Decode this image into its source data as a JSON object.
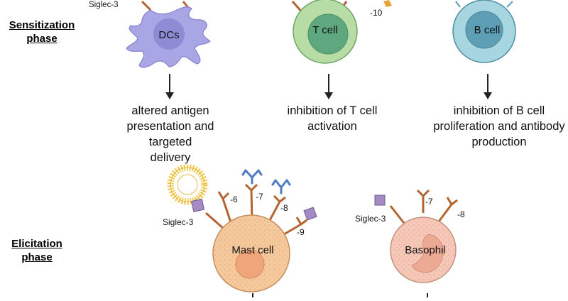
{
  "phases": {
    "sensitization": "Sensitization phase",
    "elicitation": "Elicitation phase"
  },
  "cells": {
    "dc": "DCs",
    "t_cell": "T cell",
    "b_cell": "B cell",
    "mast_cell": "Mast cell",
    "basophil": "Basophil"
  },
  "receptor_labels": {
    "dc_siglec3": "Siglec-3",
    "t_minus10": "-10",
    "mast_siglec3": "Siglec-3",
    "mast_minus6": "-6",
    "mast_minus7": "-7",
    "mast_minus8": "-8",
    "mast_minus9": "-9",
    "baso_siglec3": "Siglec-3",
    "baso_minus7": "-7",
    "baso_minus8": "-8"
  },
  "outcomes": {
    "dc_line1": "altered antigen",
    "dc_line2": "presentation and targeted",
    "dc_line3": "delivery",
    "t_line1": "inhibition of T cell",
    "t_line2": "activation",
    "b_line1": "inhibition of B cell",
    "b_line2": "proliferation and antibody",
    "b_line3": "production"
  },
  "colors": {
    "dc_body": "#a9a6e6",
    "dc_nucleus": "#8683cf",
    "t_outer": "#b7dca6",
    "t_inner": "#5fa77f",
    "b_outer": "#a8d6e0",
    "b_inner": "#5e9fb5",
    "mast_body": "#f6c99d",
    "mast_nucleus": "#f0a57b",
    "baso_body": "#f6c8b8",
    "baso_nucleus": "#eca994",
    "receptor": "#b4652f",
    "ligand": "#a58ac4",
    "antibody": "#4f7cc2",
    "liposome": "#f2c94c"
  }
}
